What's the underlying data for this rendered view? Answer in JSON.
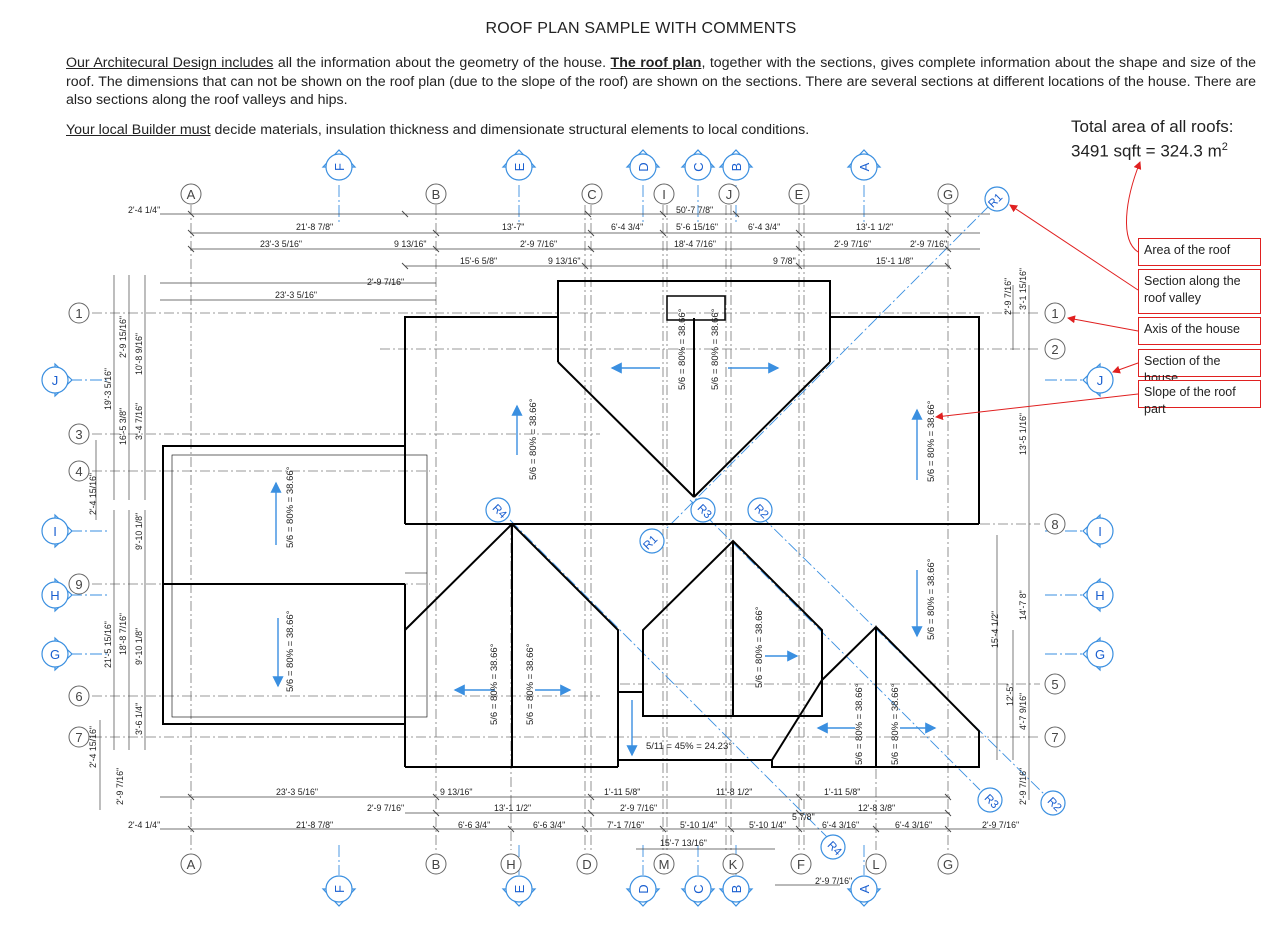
{
  "title": "ROOF PLAN SAMPLE WITH COMMENTS",
  "intro": {
    "link1": "Our Architecural Design includes",
    "t1": " all the information about the geometry of the house. ",
    "link2": "The roof plan",
    "t2": ", together with the sections, gives complete information about the shape and size of the roof. The dimensions that can not be shown on the roof plan (due to the slope of the roof) are shown on the sections. There are several sections at different locations of the house. There are also sections along the roof valleys and hips.",
    "link3": "Your local Builder must",
    "t3": " decide materials, insulation thickness and dimensionate structural elements to local conditions."
  },
  "area": {
    "line1": "Total area of all roofs:",
    "line2": "3491 sqft = 324.3 m",
    "sup": "2"
  },
  "comments": [
    "Area of the roof",
    "Section along the roof valley",
    "Axis of the house",
    "Section of the house",
    "Slope of the roof part"
  ],
  "slope_label": "5/6 = 80% = 38.66°",
  "slope_label_small": "5/11 = 45% = 24.23°",
  "axes_top": [
    "A",
    "B",
    "C",
    "I",
    "J",
    "E",
    "G"
  ],
  "axes_bottom": [
    "A",
    "B",
    "H",
    "D",
    "M",
    "K",
    "F",
    "L",
    "G"
  ],
  "axes_left": [
    "1",
    "3",
    "4",
    "9",
    "6",
    "7"
  ],
  "axes_right": [
    "1",
    "2",
    "8",
    "5",
    "7"
  ],
  "sections": [
    "F",
    "E",
    "D",
    "C",
    "B",
    "A",
    "J",
    "I",
    "H",
    "G",
    "R1",
    "R2",
    "R3",
    "R4"
  ],
  "dims": {
    "d1": "2'-4 1/4\"",
    "d2": "21'-8 7/8\"",
    "d3": "13'-7\"",
    "d4": "6'-4 3/4\"",
    "d5": "50'-7 7/8\"",
    "d6": "5'-6 15/16\"",
    "d7": "6'-4 3/4\"",
    "d8": "13'-1 1/2\"",
    "d9": "23'-3 5/16\"",
    "d10": "9 13/16\"",
    "d11": "2'-9 7/16\"",
    "d12": "18'-4 7/16\"",
    "d13": "2'-9 7/16\"",
    "d14": "2'-9 7/16\"",
    "d15": "15'-6 5/8\"",
    "d16": "9 13/16\"",
    "d17": "9 7/8\"",
    "d18": "15'-1 1/8\"",
    "d19": "2'-9 7/16\"",
    "d20": "23'-3 5/16\"",
    "b1": "23'-3 5/16\"",
    "b2": "9 13/16\"",
    "b3": "1'-11 5/8\"",
    "b4": "11'-8 1/2\"",
    "b5": "1'-11 5/8\"",
    "b6": "2'-9 7/16\"",
    "b7": "13'-1 1/2\"",
    "b8": "2'-9 7/16\"",
    "b9": "12'-8 3/8\"",
    "b10": "5 7/8\"",
    "b11": "2'-4 1/4\"",
    "b12": "21'-8 7/8\"",
    "b13": "6'-6 3/4\"",
    "b14": "6'-6 3/4\"",
    "b15": "7'-1 7/16\"",
    "b16": "5'-10 1/4\"",
    "b17": "5'-10 1/4\"",
    "b18": "6'-4 3/16\"",
    "b19": "6'-4 3/16\"",
    "b20": "2'-9 7/16\"",
    "b21": "15'-7 13/16\"",
    "b22": "2'-9 7/16\"",
    "l1": "2'-9 15/16\"",
    "l2": "10'-8 9/16\"",
    "l3": "19'-3 5/16\"",
    "l4": "16'-5 3/8\"",
    "l5": "3'-4 7/16\"",
    "l6": "2'-4 15/16\"",
    "l7": "9'-10 1/8\"",
    "l8": "21'-5 15/16\"",
    "l9": "18'-8 7/16\"",
    "l10": "9'-10 1/8\"",
    "l11": "3'-6 1/4\"",
    "l12": "2'-4 15/16\"",
    "l13": "2'-9 7/16\"",
    "r1": "2'-9 7/16\"",
    "r2": "3'-1 15/16\"",
    "r3": "13'-5 1/16\"",
    "r4": "15'-4 1/2\"",
    "r5": "14'-7 8\"",
    "r6": "12'-5\"",
    "r7": "4'-7 9/16\"",
    "r8": "2'-9 7/16\""
  }
}
